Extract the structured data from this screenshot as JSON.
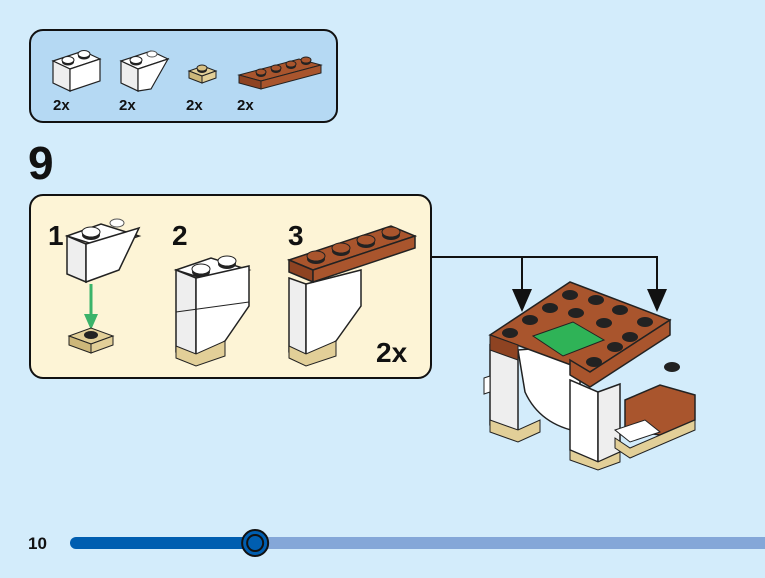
{
  "parts_list": {
    "items": [
      {
        "name": "white brick 1x2",
        "color": "#ffffff",
        "quantity": "2x"
      },
      {
        "name": "white inverted slope 1x2",
        "color": "#ffffff",
        "quantity": "2x"
      },
      {
        "name": "tan plate 1x1",
        "color": "#e2cf98",
        "quantity": "2x"
      },
      {
        "name": "reddish brown plate 1x4",
        "color": "#a9552d",
        "quantity": "2x"
      }
    ]
  },
  "step": {
    "number": "9",
    "substeps": [
      {
        "number": "1"
      },
      {
        "number": "2"
      },
      {
        "number": "3"
      }
    ],
    "multiplier": "2x"
  },
  "colors": {
    "background": "#d3ecfb",
    "parts_box": "#b5d9f3",
    "substep_box": "#fdf4d6",
    "brown": "#a9552d",
    "tan": "#e2cf98",
    "green_arrow": "#3bb36a",
    "green_tile": "#2fb357",
    "progress_fill": "#005eb0",
    "progress_track": "#84a7d8"
  },
  "footer": {
    "page_number": "10",
    "progress_percent": 26
  }
}
